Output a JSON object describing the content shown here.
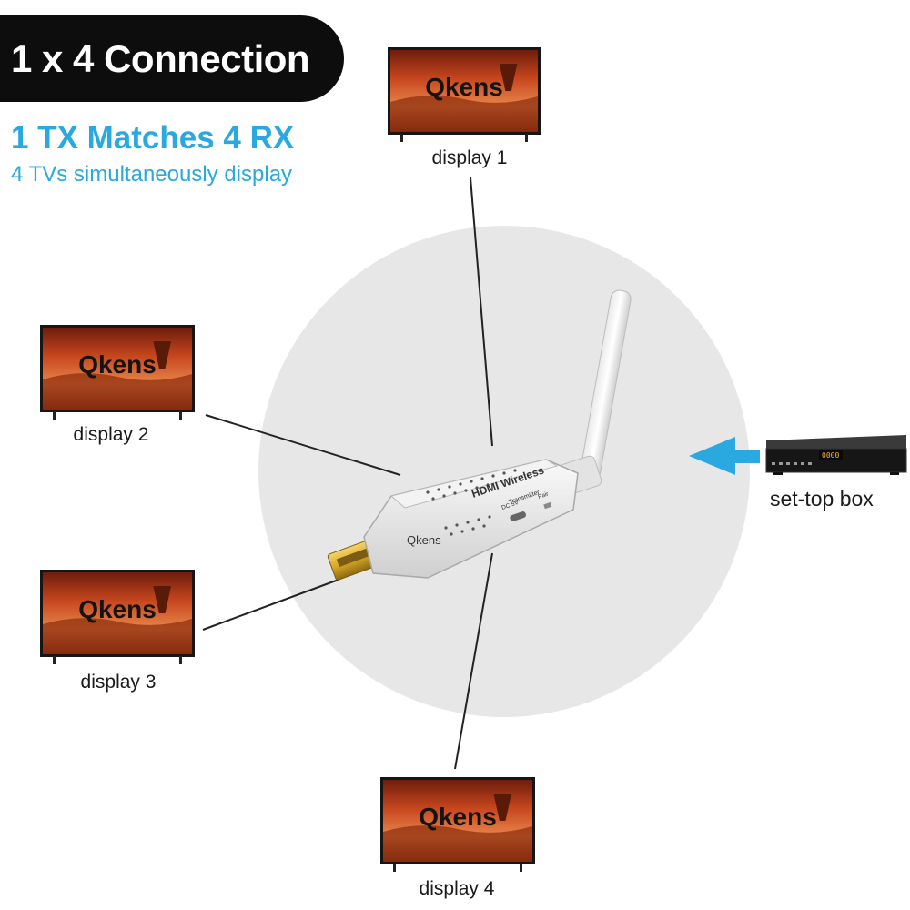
{
  "header": {
    "title": "1 x 4 Connection",
    "pill_color": "#0d0d0d"
  },
  "headline": {
    "text": "1 TX Matches 4 RX",
    "color": "#2aa9e0"
  },
  "subline": {
    "text": "4 TVs simultaneously display",
    "color": "#2aa9e0"
  },
  "displays": [
    {
      "label": "display 1",
      "brand": "Qkens"
    },
    {
      "label": "display 2",
      "brand": "Qkens"
    },
    {
      "label": "display 3",
      "brand": "Qkens"
    },
    {
      "label": "display 4",
      "brand": "Qkens"
    }
  ],
  "transmitter": {
    "printed_label": "HDMI Wireless",
    "printed_sub": "Transmitter",
    "port_label": "DC 5V",
    "button_label": "Pair",
    "brand": "Qkens"
  },
  "source": {
    "label": "set-top box",
    "display_value": "0000"
  },
  "colors": {
    "arrow": "#2aa9e0",
    "circle": "#e7e7e7",
    "connector_gold": "#d8a928"
  }
}
